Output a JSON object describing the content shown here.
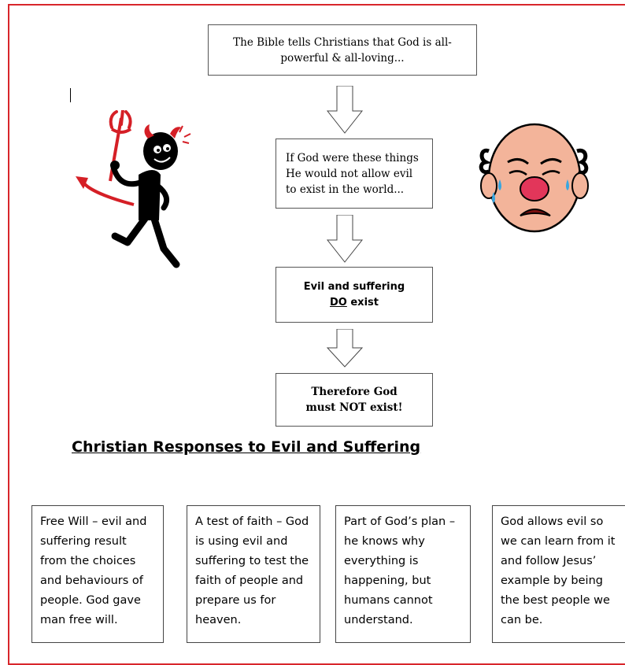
{
  "flowchart": {
    "step1": "The Bible tells Christians that God is all-powerful & all-loving...",
    "step2": "If God were these things He would not allow evil to exist in the world...",
    "step3_prefix": "Evil and suffering ",
    "step3_emph": "DO",
    "step3_suffix": " exist",
    "step4": "Therefore God must NOT exist!"
  },
  "heading": "Christian Responses to Evil and Suffering",
  "responses": [
    {
      "text": "Free Will – evil and suffering result from the choices and behaviours of people. God gave man free will."
    },
    {
      "text": "A test of faith – God is using evil and suffering to test the faith of people and prepare us for heaven."
    },
    {
      "text": "Part of God’s plan – he knows why everything is happening, but humans cannot understand."
    },
    {
      "text": "God allows evil so we can learn from it and follow Jesus’ example by being the best people we can be."
    }
  ],
  "colors": {
    "border": "#d8262b",
    "devil_red": "#d51f26",
    "face_skin": "#f3b49a",
    "face_nose": "#e2365a"
  },
  "illustrations": {
    "left": "devil-icon",
    "right": "crying-face-icon"
  }
}
